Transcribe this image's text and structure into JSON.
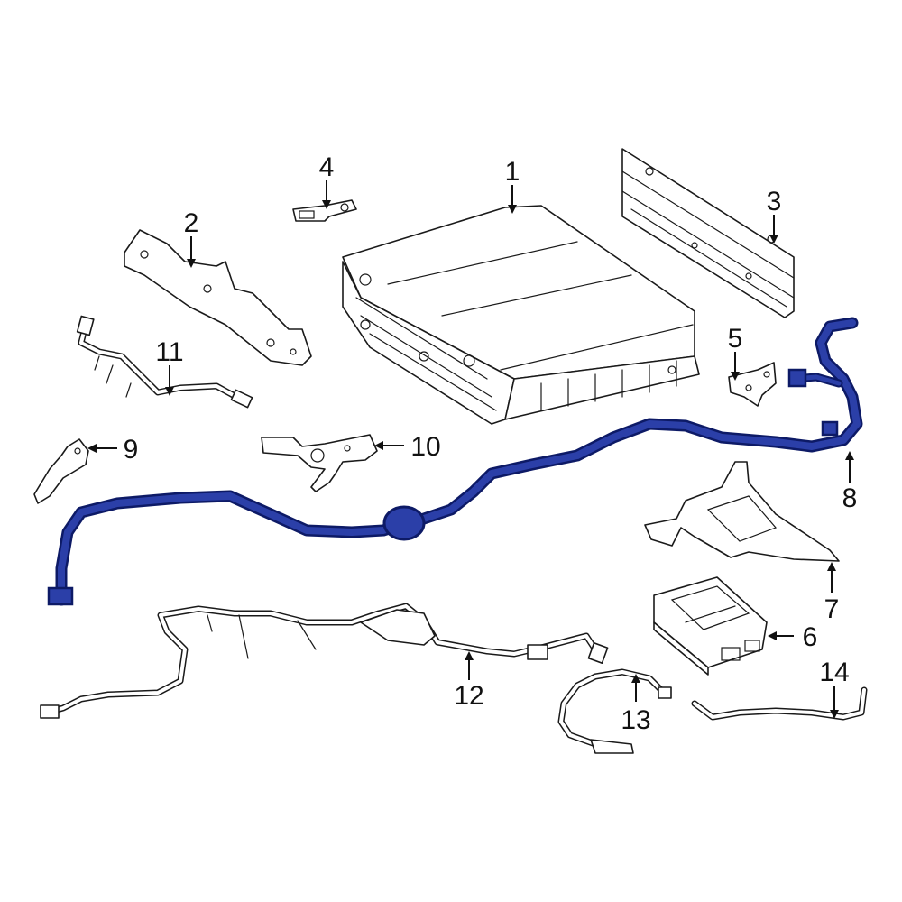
{
  "callouts": [
    {
      "id": "1",
      "label": "1"
    },
    {
      "id": "2",
      "label": "2"
    },
    {
      "id": "3",
      "label": "3"
    },
    {
      "id": "4",
      "label": "4"
    },
    {
      "id": "5",
      "label": "5"
    },
    {
      "id": "6",
      "label": "6"
    },
    {
      "id": "7",
      "label": "7"
    },
    {
      "id": "8",
      "label": "8"
    },
    {
      "id": "9",
      "label": "9"
    },
    {
      "id": "10",
      "label": "10"
    },
    {
      "id": "11",
      "label": "11"
    },
    {
      "id": "12",
      "label": "12"
    },
    {
      "id": "13",
      "label": "13"
    },
    {
      "id": "14",
      "label": "14"
    }
  ],
  "colors": {
    "highlight": "#2b3fa8",
    "highlight_edge": "#0d1a66",
    "line": "#1a1a1a",
    "background": "#ffffff"
  }
}
